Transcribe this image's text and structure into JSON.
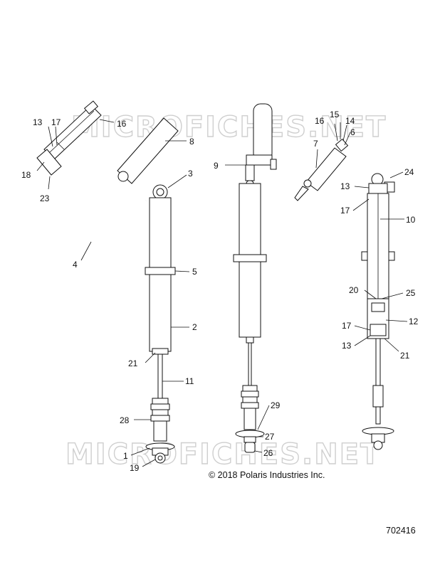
{
  "watermark": "MICROFICHES.NET",
  "copyright": "© 2018 Polaris Industries Inc.",
  "doc_number": "702416",
  "callouts": [
    "16",
    "13",
    "17",
    "18",
    "23",
    "8",
    "3",
    "4",
    "5",
    "2",
    "21",
    "11",
    "28",
    "1",
    "19",
    "9",
    "29",
    "27",
    "26",
    "16",
    "15",
    "14",
    "6",
    "7",
    "24",
    "13",
    "17",
    "10",
    "20",
    "25",
    "12",
    "17",
    "13",
    "21"
  ]
}
